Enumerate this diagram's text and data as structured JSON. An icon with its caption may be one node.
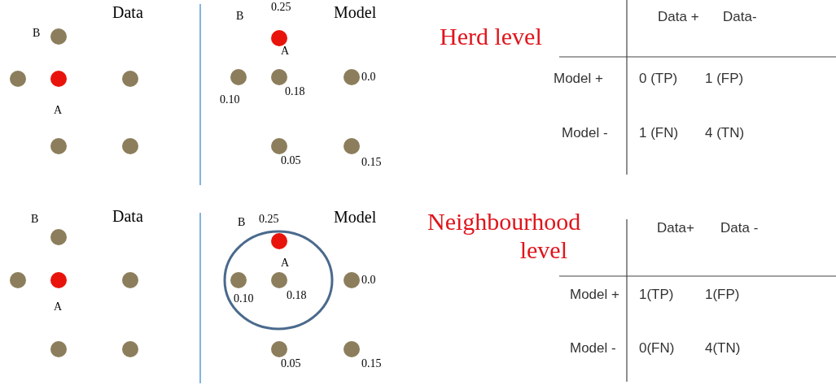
{
  "diagram": {
    "labels": [
      "B",
      "Data",
      "A",
      "B",
      "0.25",
      "Model",
      "A",
      "0.10",
      "0.18",
      "0.0",
      "0.05",
      "0.15",
      "Herd level",
      "Data +",
      "Data-",
      "Model +",
      "0 (TP)",
      "1 (FP)",
      "Model -",
      "1 (FN)",
      "4 (TN)",
      "B",
      "Data",
      "A",
      "B",
      "0.25",
      "Model",
      "A",
      "0.10",
      "0.18",
      "0.0",
      "0.05",
      "0.15",
      "Neighbourhood level",
      "Data+",
      "Data -",
      "Model +",
      "1(TP)",
      "1(FP)",
      "Model -",
      "0(FN)",
      "4(TN)"
    ]
  }
}
